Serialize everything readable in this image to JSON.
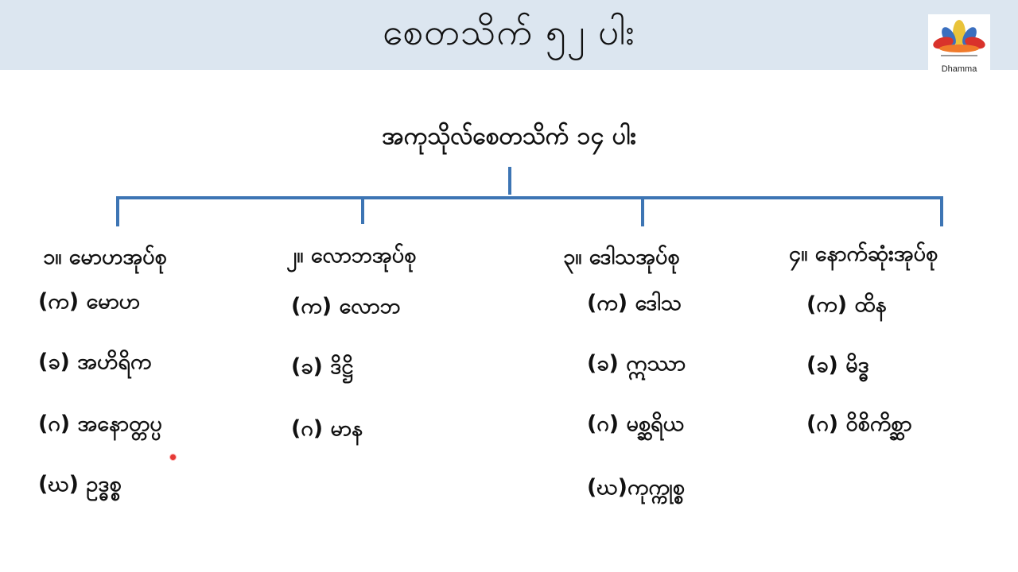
{
  "slide": {
    "title": "စေတသိက် ၅၂ ပါး"
  },
  "logo": {
    "label": "Dhamma",
    "icon": "lotus-icon"
  },
  "diagram": {
    "root": "အကုသိုလ်စေတသိက် ၁၄ ပါး",
    "line_color": "#3d75b4",
    "groups": [
      {
        "heading": "၁။ မောဟအုပ်စု",
        "items": [
          "(က) မောဟ",
          "(ခ) အဟိရိက",
          "(ဂ) အနောတ္တပ္ပ",
          "(ဃ) ဥဒ္ဓစ္စ"
        ]
      },
      {
        "heading": "၂။ လောဘအုပ်စု",
        "items": [
          "(က) လောဘ",
          "(ခ) ဒိဋ္ဌိ",
          "(ဂ) မာန"
        ]
      },
      {
        "heading": "၃။ ဒေါသအုပ်စု",
        "items": [
          "(က) ဒေါသ",
          "(ခ) ဣဿာ",
          "(ဂ) မစ္ဆရိယ",
          "(ဃ)ကုက္ကုစ္စ"
        ]
      },
      {
        "heading": "၄။ နောက်ဆုံးအုပ်စု",
        "items": [
          "(က) ထိန",
          "(ခ) မိဒ္ဓ",
          "(ဂ) ဝိစိကိစ္ဆာ"
        ]
      }
    ]
  }
}
